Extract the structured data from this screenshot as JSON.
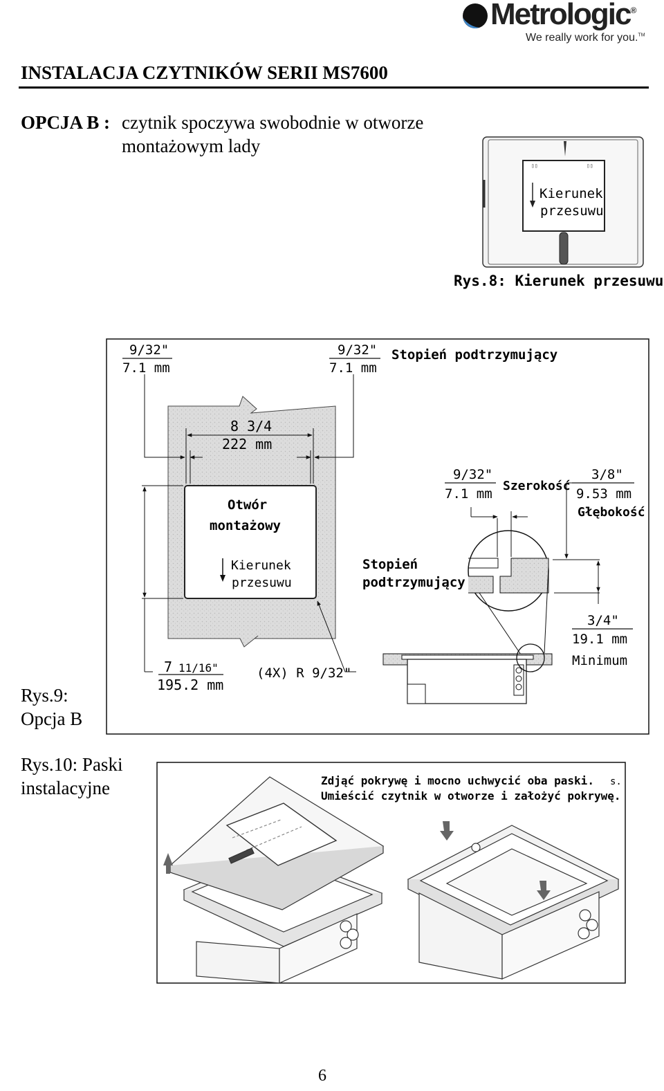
{
  "logo": {
    "brand": "Metrologic",
    "registered": "®",
    "tagline": "We really work for you.",
    "trademark": "TM"
  },
  "heading": "INSTALACJA CZYTNIKÓW SERII MS7600",
  "option": {
    "label": "OPCJA B :",
    "line1": "czytnik spoczywa swobodnie w otworze",
    "line2": "montażowym lady"
  },
  "fig8": {
    "box_label_1": "Kierunek",
    "box_label_2": "przesuwu",
    "caption": "Rys.8: Kierunek przesuwu"
  },
  "fig9": {
    "caption_1": "Rys.9:",
    "caption_2": "Opcja B",
    "dim_left_in": "9/32\"",
    "dim_left_mm": "7.1 mm",
    "dim_right_in": "9/32\"",
    "dim_right_mm": "7.1 mm",
    "support_step_top": "Stopień podtrzymujący",
    "width_in": "8 3/4",
    "width_mm": "222 mm",
    "opening_1": "Otwór",
    "opening_2": "montażowy",
    "direction_1": "Kierunek",
    "direction_2": "przesuwu",
    "height_in_whole": "7",
    "height_in_frac": "11/16\"",
    "height_mm": "195.2 mm",
    "radius": "(4X) R 9/32\"",
    "support_step_1": "Stopień",
    "support_step_2": "podtrzymujący",
    "detail_in": "9/32\"",
    "detail_mm": "7.1 mm",
    "width_word": "Szerokość",
    "depth_in": "3/8\"",
    "depth_mm": "9.53 mm",
    "depth_word": "Głębokość",
    "min_in": "3/4\"",
    "min_mm": "19.1 mm",
    "min_word": "Minimum"
  },
  "fig10": {
    "caption_1": "Rys.10: Paski",
    "caption_2": "instalacyjne",
    "instruction_1": "Zdjąć pokrywę i mocno uchwycić oba paski.",
    "instruction_2": "Umieścić czytnik w otworze i założyć pokrywę.",
    "fragment": "s."
  },
  "page_number": "6"
}
